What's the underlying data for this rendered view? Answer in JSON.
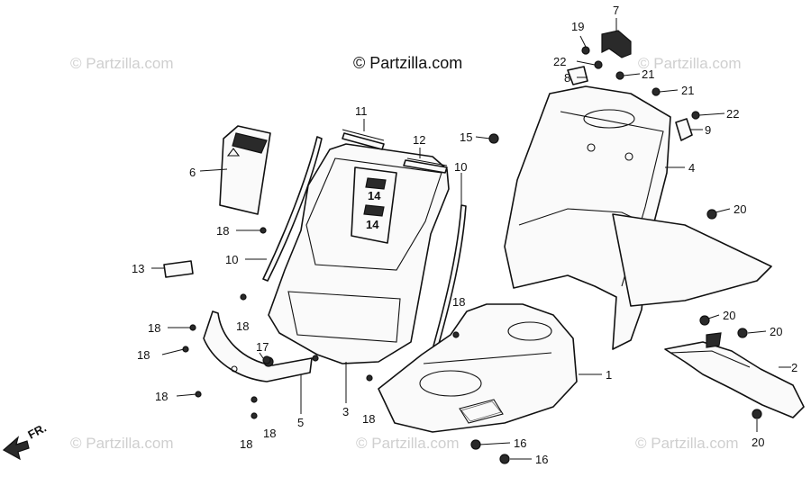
{
  "brand": {
    "text": "© Partzilla.com"
  },
  "watermark": {
    "text": "© Partzilla.com"
  },
  "direction_label": "FR.",
  "callouts": {
    "c1": "1",
    "c2": "2",
    "c3": "3",
    "c4": "4",
    "c5": "5",
    "c6": "6",
    "c7": "7",
    "c8": "8",
    "c9": "9",
    "c10a": "10",
    "c10b": "10",
    "c11": "11",
    "c12": "12",
    "c13": "13",
    "c14a": "14",
    "c14b": "14",
    "c15": "15",
    "c16a": "16",
    "c16b": "16",
    "c17": "17",
    "c18a": "18",
    "c18b": "18",
    "c18c": "18",
    "c18d": "18",
    "c18e": "18",
    "c18f": "18",
    "c18g": "18",
    "c18h": "18",
    "c18i": "18",
    "c19": "19",
    "c20a": "20",
    "c20b": "20",
    "c20c": "20",
    "c20d": "20",
    "c21a": "21",
    "c21b": "21",
    "c22a": "22",
    "c22b": "22"
  }
}
